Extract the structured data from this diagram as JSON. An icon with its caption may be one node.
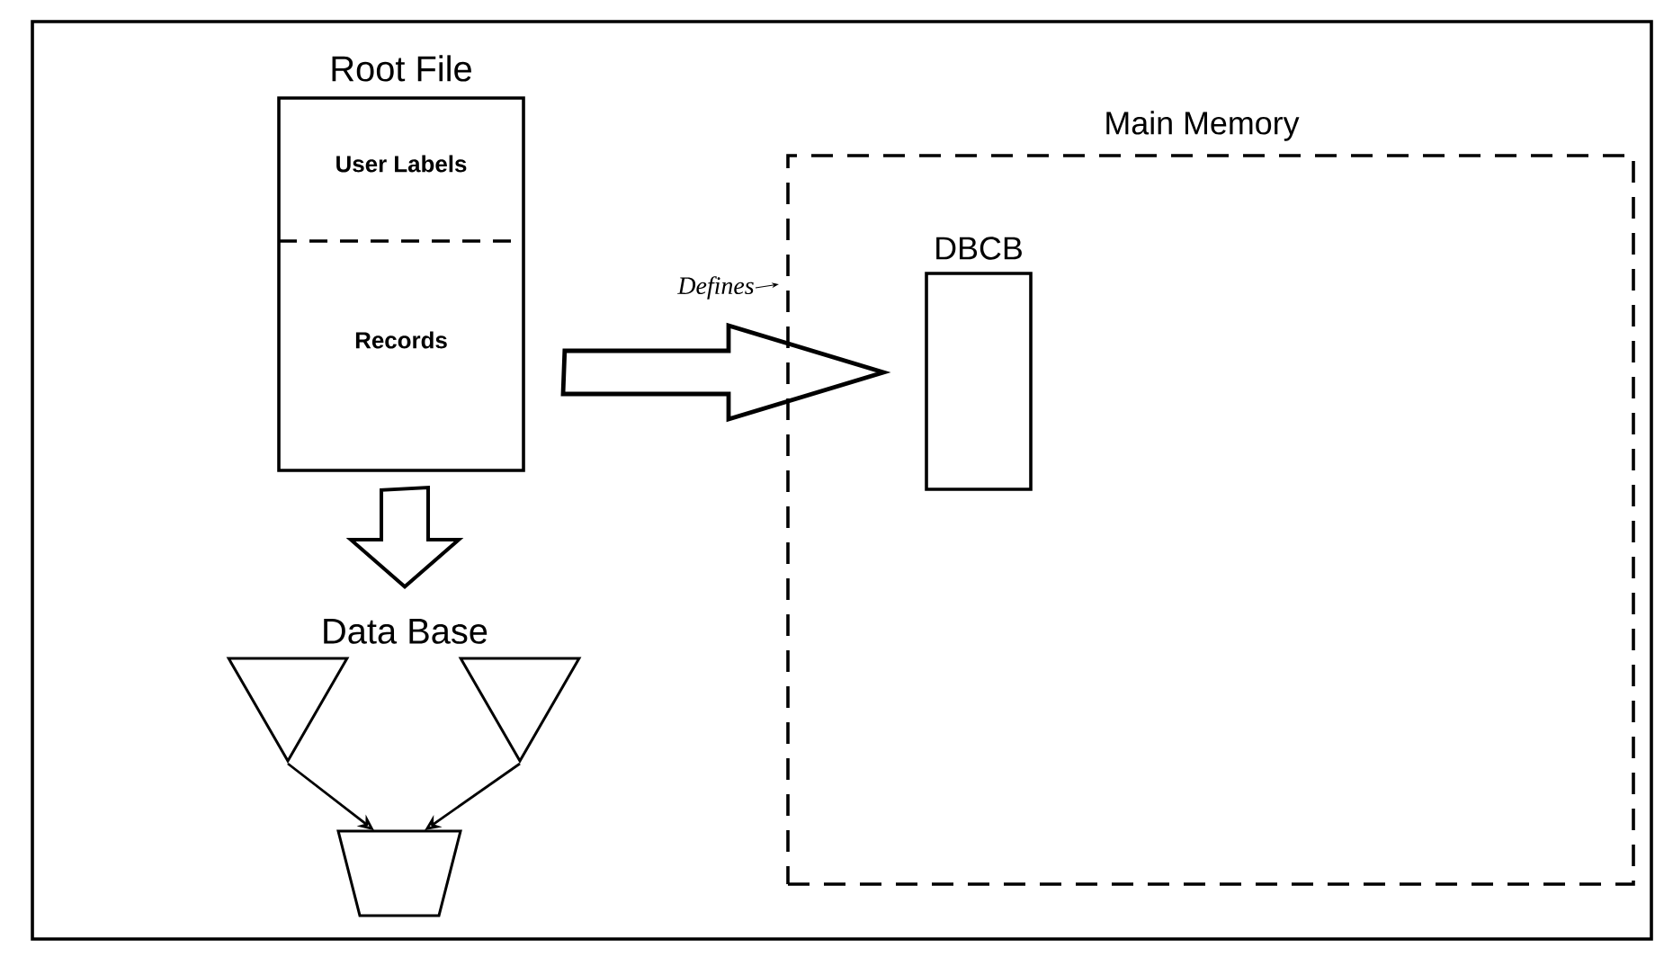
{
  "diagram": {
    "nodes": [
      {
        "text": [
          "Root File",
          "User Labels",
          "Records"
        ]
      },
      {
        "text": [
          "Main Memory"
        ]
      },
      {
        "text": [
          "DBCB"
        ],
        "in": 1
      },
      {
        "text": [
          "Data Base"
        ]
      },
      {
        "text": [],
        "shape": "triangle"
      },
      {
        "text": [],
        "shape": "triangle"
      },
      {
        "text": [],
        "shape": "trapezoid"
      }
    ],
    "edges": [
      {
        "from": 0,
        "to": 2,
        "arrow": "to",
        "label": "Defines",
        "style": "thick"
      },
      {
        "from": 0,
        "to": 3,
        "arrow": "to",
        "style": "thick"
      },
      {
        "from": 4,
        "to": 6,
        "arrow": "to"
      },
      {
        "from": 5,
        "to": 6,
        "arrow": "to"
      }
    ]
  }
}
